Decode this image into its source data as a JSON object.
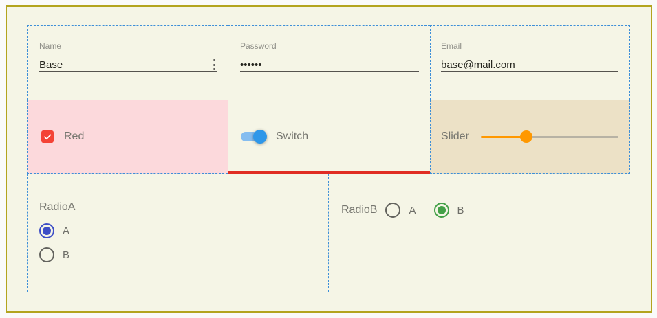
{
  "colors": {
    "page_background": "#f5f5e6",
    "outer_background": "#fafafa",
    "frame_border": "#b3a41f",
    "layout_dashed_border": "#3d8fd8",
    "error_underline": "#e02d23",
    "checkbox_cell_background": "#fcd9dc",
    "slider_cell_background": "#ece1c6",
    "checkbox_color": "#f44336",
    "switch_color": "#2e97e9",
    "slider_color": "#ff9800",
    "radio_a_selected_color": "#3d4ec6",
    "radio_b_selected_color": "#43a047"
  },
  "fields": [
    {
      "label": "Name",
      "value": "Base",
      "has_menu": true
    },
    {
      "label": "Password",
      "value": "••••••",
      "masked": true
    },
    {
      "label": "Email",
      "value": "base@mail.com",
      "has_menu": false
    }
  ],
  "checkbox": {
    "label": "Red",
    "checked": true
  },
  "switch": {
    "label": "Switch",
    "on": true
  },
  "slider": {
    "label": "Slider",
    "value_percent": 33
  },
  "radio_groups": [
    {
      "label": "RadioA",
      "orientation": "vertical",
      "options": [
        {
          "label": "A",
          "selected": true
        },
        {
          "label": "B",
          "selected": false
        }
      ]
    },
    {
      "label": "RadioB",
      "orientation": "horizontal",
      "options": [
        {
          "label": "A",
          "selected": false
        },
        {
          "label": "B",
          "selected": true
        }
      ]
    }
  ]
}
